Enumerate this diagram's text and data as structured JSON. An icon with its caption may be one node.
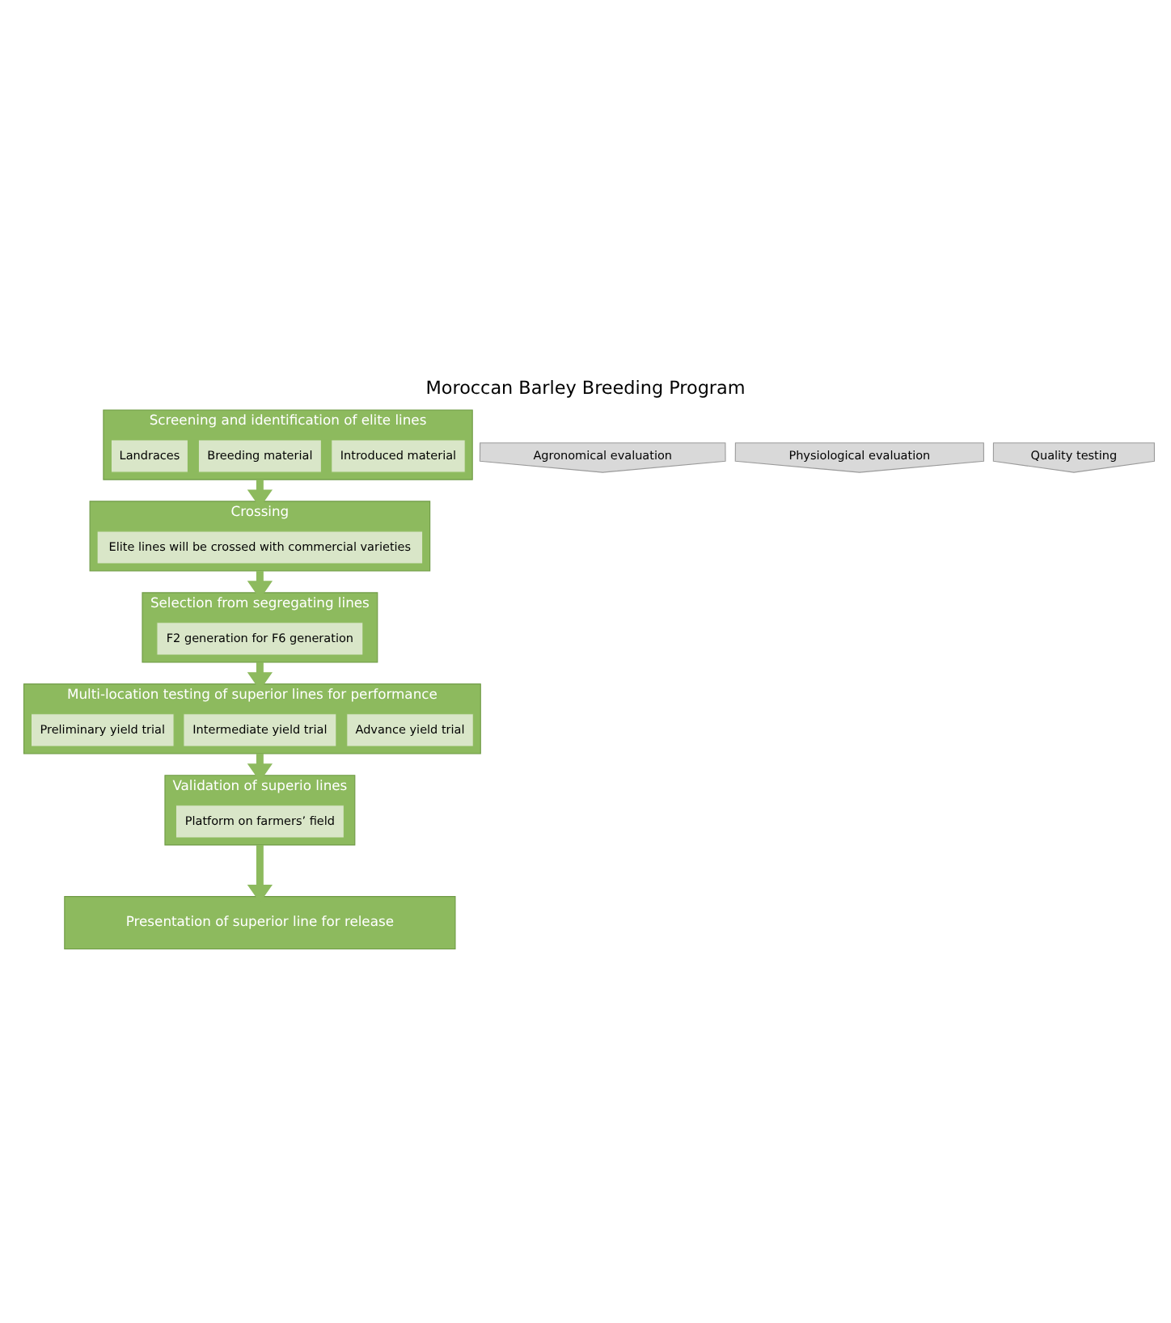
{
  "diagram": {
    "title": "Moroccan Barley Breeding Program",
    "nodes": [
      {
        "text": [
          "Screening and identification of elite lines"
        ]
      },
      {
        "text": [
          "Landraces"
        ],
        "in": 0
      },
      {
        "text": [
          "Breeding material"
        ],
        "in": 0
      },
      {
        "text": [
          "Introduced material"
        ],
        "in": 0
      },
      {
        "text": [
          "Crossing"
        ]
      },
      {
        "text": [
          "Elite lines will be crossed with commercial varieties"
        ],
        "in": 4
      },
      {
        "text": [
          "Selection from segregating lines"
        ]
      },
      {
        "text": [
          "F2 generation for F6 generation"
        ],
        "in": 6
      },
      {
        "text": [
          "Multi-location testing of superior lines for performance"
        ]
      },
      {
        "text": [
          "Preliminary yield trial"
        ],
        "in": 8
      },
      {
        "text": [
          "Intermediate yield trial"
        ],
        "in": 8
      },
      {
        "text": [
          "Advance yield trial"
        ],
        "in": 8
      },
      {
        "text": [
          "Validation of superio lines"
        ]
      },
      {
        "text": [
          "Platform on farmers’ field"
        ],
        "in": 12
      },
      {
        "text": [
          "Presentation of superior line for release"
        ]
      },
      {
        "text": [
          "Agronomical evaluation"
        ]
      },
      {
        "text": [
          "Physiological evaluation"
        ]
      },
      {
        "text": [
          "Quality testing"
        ]
      }
    ],
    "edges": [
      {
        "from": 0,
        "to": 4,
        "arrow": "to"
      },
      {
        "from": 4,
        "to": 6,
        "arrow": "to"
      },
      {
        "from": 6,
        "to": 8,
        "arrow": "to"
      },
      {
        "from": 8,
        "to": 12,
        "arrow": "to"
      },
      {
        "from": 12,
        "to": 14,
        "arrow": "to"
      }
    ]
  }
}
